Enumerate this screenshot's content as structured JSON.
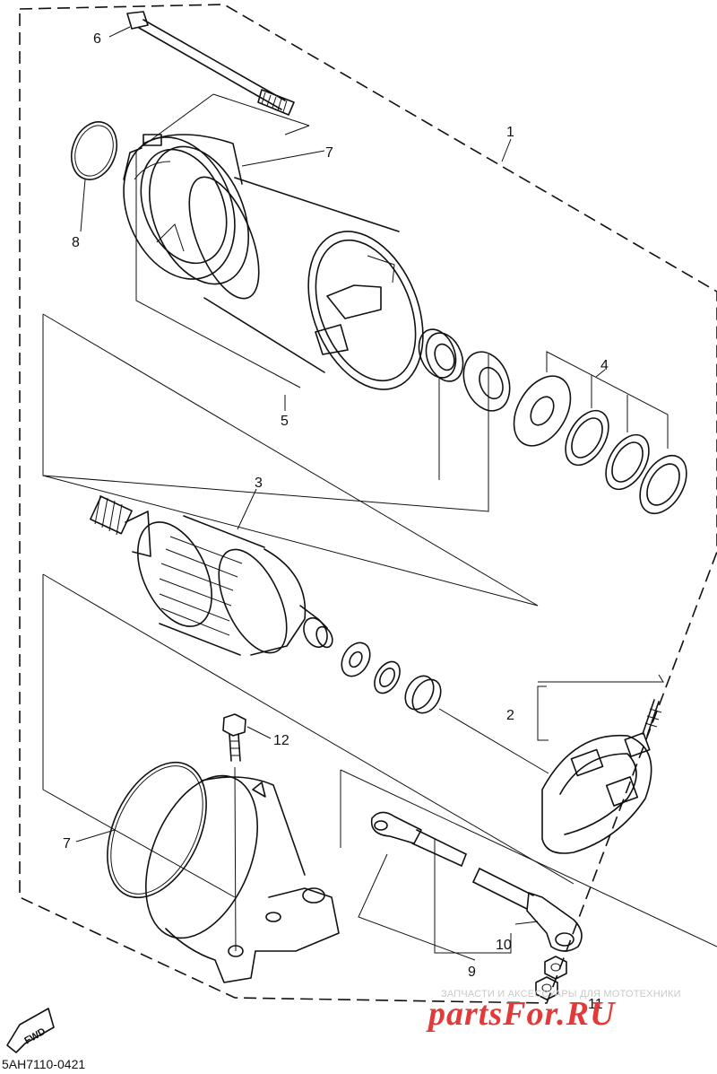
{
  "callouts": {
    "c1": "1",
    "c2": "2",
    "c3": "3",
    "c4": "4",
    "c5": "5",
    "c6": "6",
    "c7a": "7",
    "c7b": "7",
    "c8": "8",
    "c9": "9",
    "c10": "10",
    "c11": "11",
    "c12": "12"
  },
  "fwd_label": "FWD",
  "diagram_code": "5AH7110-0421",
  "watermark": {
    "subtitle": "ЗАПЧАСТИ И АКСЕССУАРЫ ДЛЯ МОТОТЕХНИКИ",
    "brand": "partsFor.RU"
  }
}
